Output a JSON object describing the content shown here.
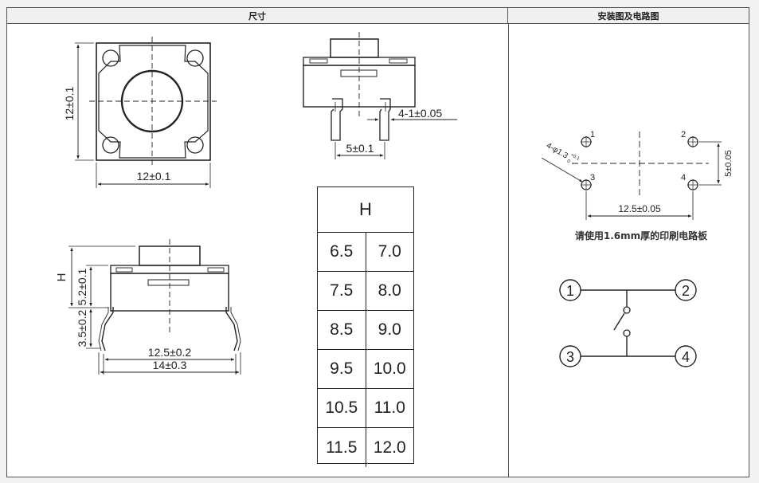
{
  "headers": {
    "dimensions": "尺寸",
    "installation": "安装图及电路图"
  },
  "dimensions": {
    "top_view_height": "12±0.1",
    "top_view_width": "12±0.1",
    "side_pin_offset": "4-1±0.05",
    "side_pin_pitch": "5±0.1",
    "front_h": "H",
    "front_body_height": "5.2±0.1",
    "front_leg_height": "3.5±0.2",
    "front_pin_span": "12.5±0.2",
    "front_total_span": "14±0.3"
  },
  "h_table": {
    "header": "H",
    "rows": [
      [
        "6.5",
        "7.0"
      ],
      [
        "7.5",
        "8.0"
      ],
      [
        "8.5",
        "9.0"
      ],
      [
        "9.5",
        "10.0"
      ],
      [
        "10.5",
        "11.0"
      ],
      [
        "11.5",
        "12.0"
      ]
    ]
  },
  "installation": {
    "hole_label": "4-φ1.3",
    "hole_tolerance_plus": "+0.1",
    "hole_tolerance_minus": "0",
    "pin_labels": [
      "1",
      "2",
      "3",
      "4"
    ],
    "vertical_spacing": "5±0.05",
    "horizontal_spacing": "12.5±0.05",
    "pcb_note": "请使用1.6mm厚的印刷电路板"
  },
  "circuit": {
    "terminals": [
      "1",
      "2",
      "3",
      "4"
    ]
  }
}
